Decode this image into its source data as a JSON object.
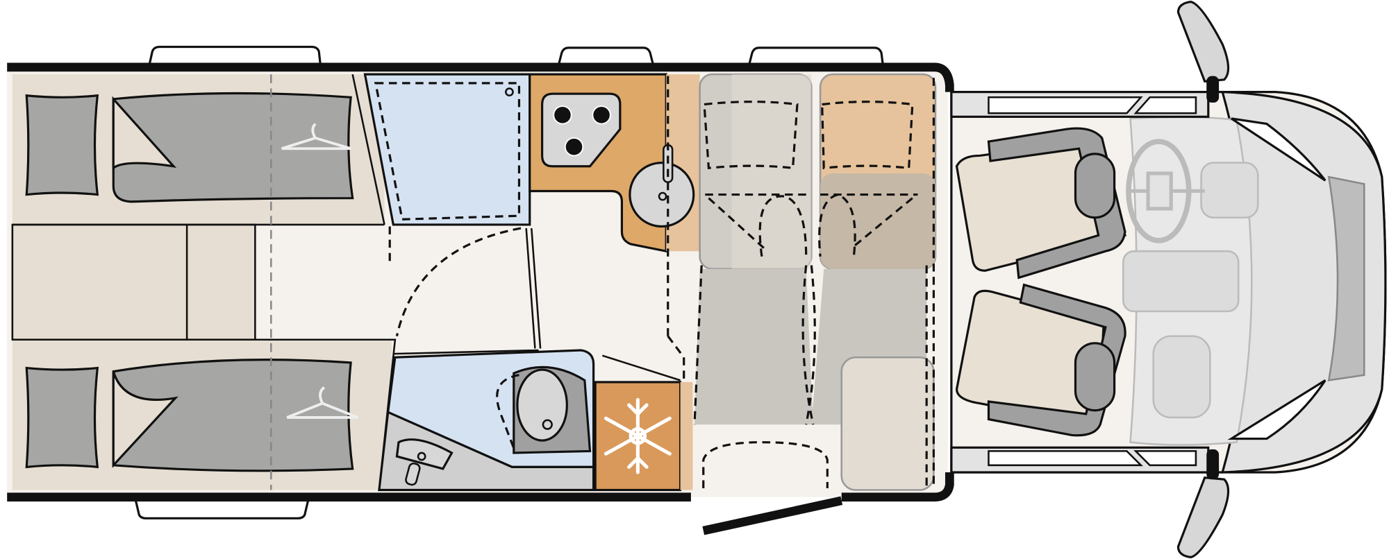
{
  "diagram": {
    "type": "motorhome-floor-plan",
    "colors": {
      "wall": "#111111",
      "floor": "#f5f1ec",
      "bed_base": "#e6ded2",
      "mattress": "#a6a6a4",
      "shower": "#d5e2f2",
      "kitchen": "#dea868",
      "kitchen_light": "#e6c39c",
      "fridge": "#d9995a",
      "seat": "#c9c6c0",
      "cab_seat": "#e8e0d3",
      "cab": "#e3e3e3",
      "grey_part": "#a0a0a0"
    },
    "components": [
      "twin-beds",
      "wardrobe-hanger-icon",
      "shower",
      "stove-icon",
      "sink-icon",
      "toilet-icon",
      "washbasin-icon",
      "fridge-snowflake-icon",
      "dinette-seats",
      "entry-door",
      "driver-seat",
      "passenger-seat",
      "steering-wheel-icon",
      "side-mirror",
      "windows"
    ]
  }
}
